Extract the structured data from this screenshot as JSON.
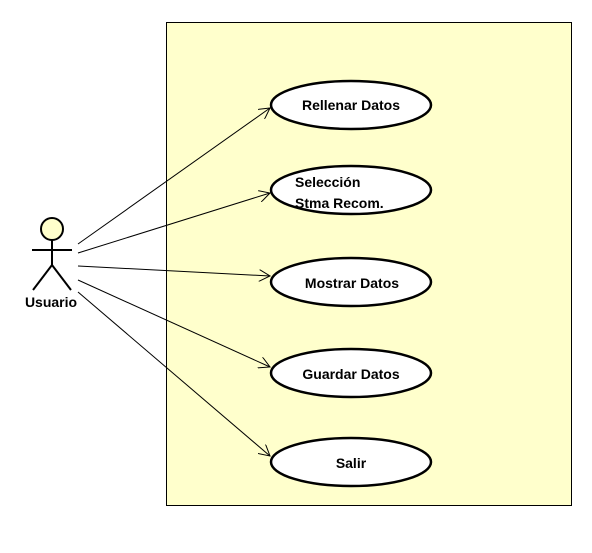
{
  "actor": {
    "name": "Usuario",
    "icon": "stick-figure-icon"
  },
  "use_cases": [
    {
      "id": "rellenar",
      "label_lines": [
        "Rellenar Datos"
      ]
    },
    {
      "id": "seleccion",
      "label_lines": [
        "Selección",
        "Stma Recom."
      ]
    },
    {
      "id": "mostrar",
      "label_lines": [
        "Mostrar Datos"
      ]
    },
    {
      "id": "guardar",
      "label_lines": [
        "Guardar Datos"
      ]
    },
    {
      "id": "salir",
      "label_lines": [
        "Salir"
      ]
    }
  ],
  "colors": {
    "boundary_fill": "#ffffcc",
    "actor_head_fill": "#ffffcc",
    "usecase_fill": "#ffffff",
    "stroke": "#000000"
  }
}
